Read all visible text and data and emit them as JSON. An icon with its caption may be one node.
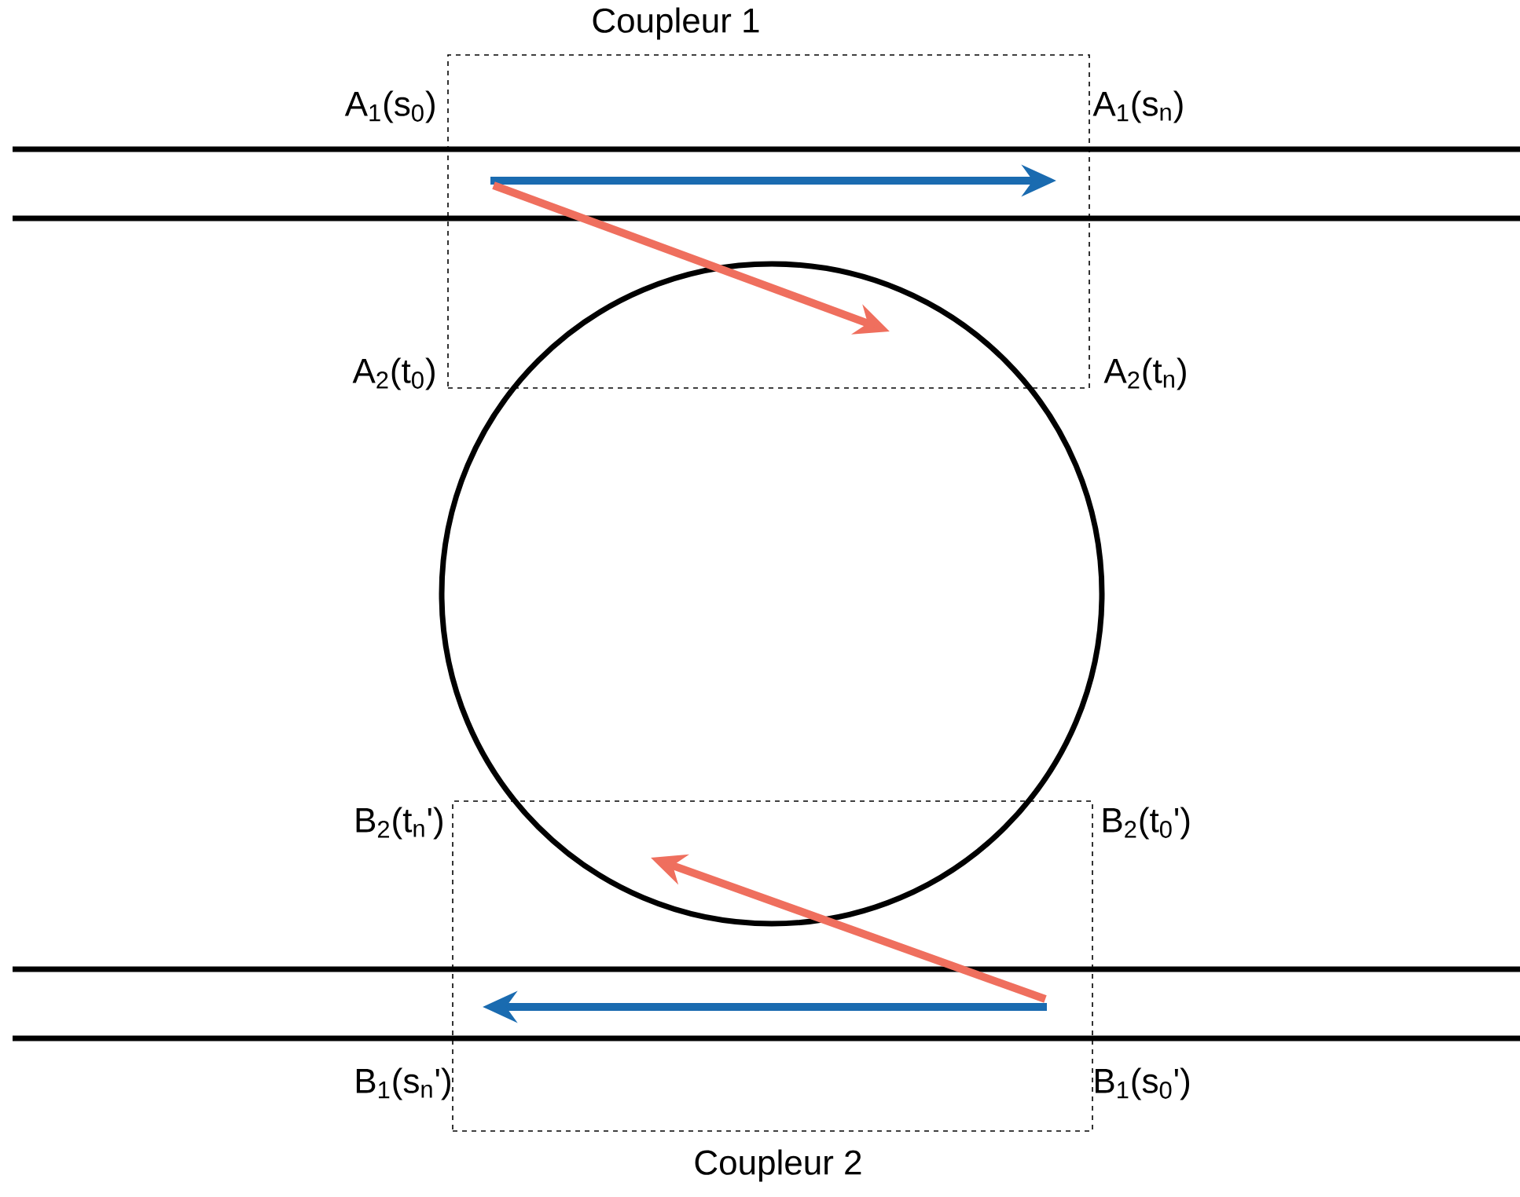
{
  "diagram": {
    "nodes": [
      {
        "text": [
          "Coupleur 1"
        ]
      },
      {
        "text": [
          "Coupleur 2"
        ]
      }
    ],
    "labels": [
      "A$_{1}$(s$_{0}$)",
      "A$_{1}$(s$_{n}$)",
      "A$_{2}$(t$_{0}$)",
      "A$_{2}$(t$_{n}$)",
      "B$_{2}$(t$_{n}$')",
      "B$_{2}$(t$_{0}$')",
      "B$_{1}$(s$_{n}$')",
      "B$_{1}$(s$_{0}$')"
    ]
  }
}
